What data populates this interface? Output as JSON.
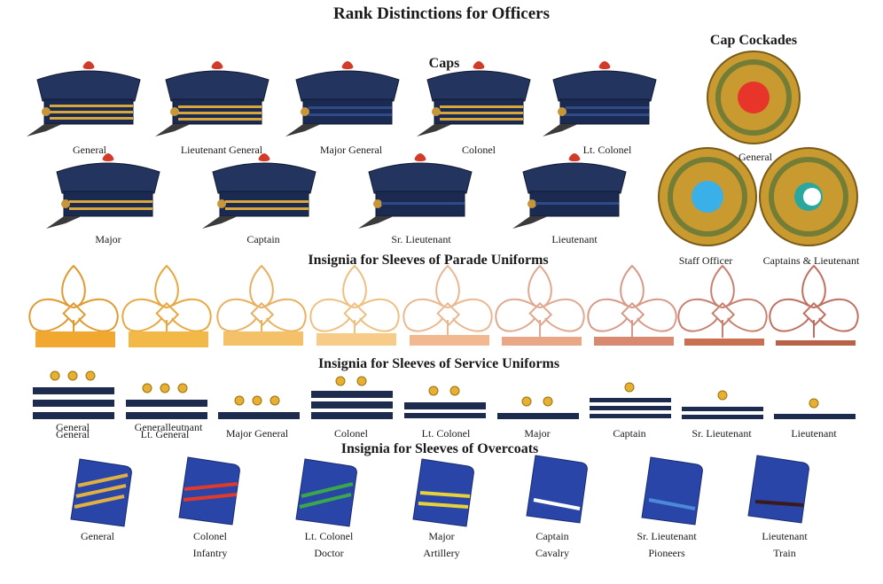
{
  "title": "Rank Distinctions for Officers",
  "caps": {
    "heading": "Caps",
    "row1": [
      "General",
      "Lieutenant General",
      "Major General",
      "Colonel",
      "Lt. Colonel"
    ],
    "row2": [
      "Major",
      "Captain",
      "Sr. Lieutenant",
      "Lieutenant"
    ]
  },
  "cockades": {
    "heading": "Cap Cockades",
    "items": [
      "General",
      "Staff Officer",
      "Captains & Lieutenant"
    ]
  },
  "parade": {
    "heading": "Insignia for Sleeves of Parade Uniforms"
  },
  "service": {
    "heading": "Insignia for Sleeves of Service Uniforms",
    "items": [
      "General",
      "Lt. General",
      "Generalleutnant",
      "Major General",
      "Colonel",
      "Lt. Colonel",
      "Major",
      "Captain",
      "Sr. Lieutenant",
      "Lieutenant"
    ]
  },
  "overcoats": {
    "heading": "Insignia for Sleeves of Overcoats",
    "items": [
      {
        "rank": "General",
        "branch": ""
      },
      {
        "rank": "Colonel",
        "branch": "Infantry"
      },
      {
        "rank": "Lt. Colonel",
        "branch": "Doctor"
      },
      {
        "rank": "Major",
        "branch": "Artillery"
      },
      {
        "rank": "Captain",
        "branch": "Cavalry"
      },
      {
        "rank": "Sr. Lieutenant",
        "branch": "Pioneers"
      },
      {
        "rank": "Lieutenant",
        "branch": "Train"
      }
    ]
  },
  "colors": {
    "navy": "#1d2b4f",
    "cap_band": "#1b2a50",
    "gold": "#d9a63a",
    "knob": "#d23a2a",
    "sleeve_blue": "#2a45a8",
    "stripe_infantry": "#e23a2a",
    "stripe_doctor": "#3aa84a",
    "stripe_artillery": "#e8d23a",
    "stripe_cavalry": "#ffffff",
    "stripe_pioneers": "#4a8ad8",
    "stripe_train": "#3a1a1a"
  }
}
